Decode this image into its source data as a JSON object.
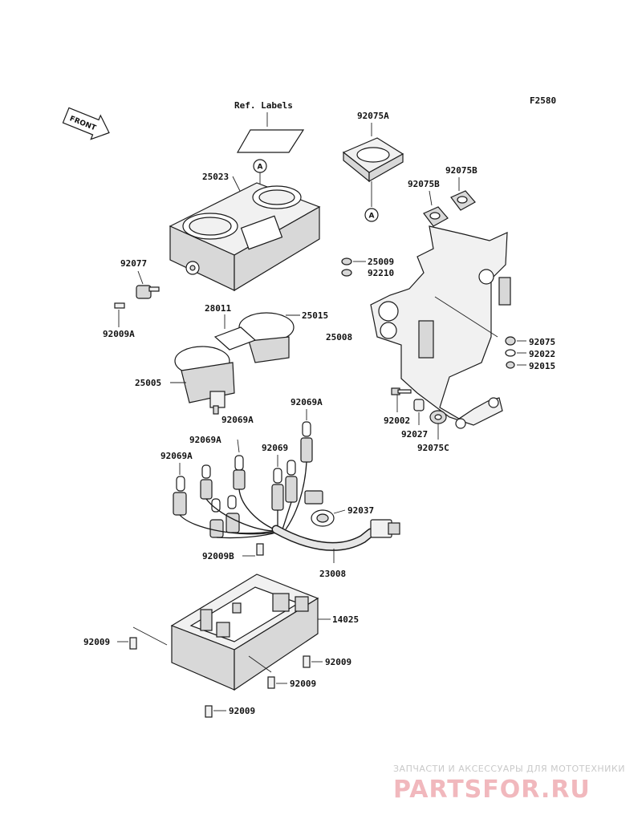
{
  "figure_code": "F2580",
  "front_label": "FRONT",
  "callout_mark": "A",
  "labels": {
    "ref_labels": "Ref. Labels",
    "p92075A": "92075A",
    "p92075B_1": "92075B",
    "p92075B_2": "92075B",
    "p25023": "25023",
    "p92077": "92077",
    "p92009A": "92009A",
    "p28011": "28011",
    "p25015": "25015",
    "p25005": "25005",
    "p92069A_1": "92069A",
    "p92069A_2": "92069A",
    "p92069A_3": "92069A",
    "p92069A_4": "92069A",
    "p92069": "92069",
    "p25009": "25009",
    "p92210": "92210",
    "p25008": "25008",
    "p92075": "92075",
    "p92022": "92022",
    "p92015": "92015",
    "p92002": "92002",
    "p92027": "92027",
    "p92075C": "92075C",
    "p92037": "92037",
    "p92009B": "92009B",
    "p23008": "23008",
    "p14025": "14025",
    "p92009_1": "92009",
    "p92009_2": "92009",
    "p92009_3": "92009",
    "p92009_4": "92009"
  },
  "watermark": {
    "tagline": "ЗАПЧАСТИ И АКСЕССУАРЫ ДЛЯ МОТОТЕХНИКИ",
    "brand": "PARTSFOR.RU"
  }
}
